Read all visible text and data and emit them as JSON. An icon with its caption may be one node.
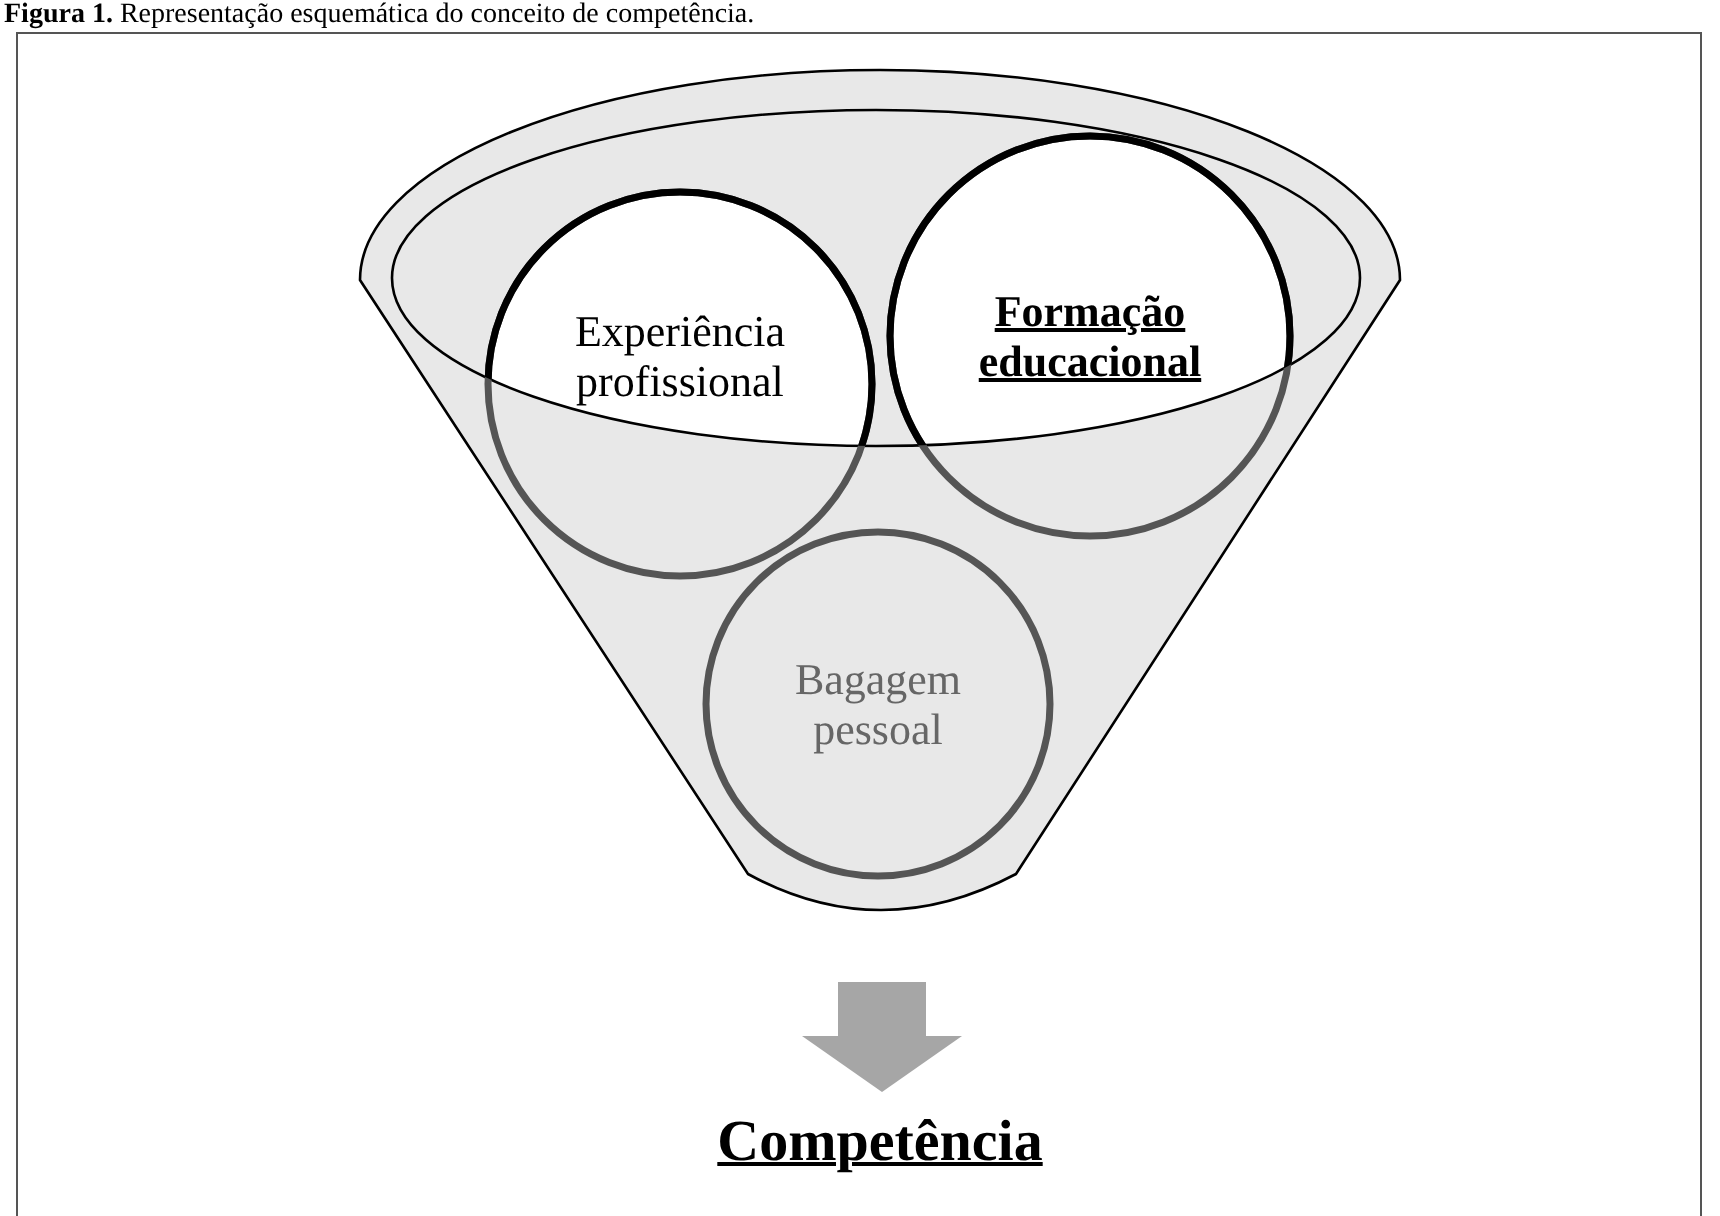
{
  "diagram": {
    "title": "**Figura 1.** Representação esquemática do conceito de competência.",
    "nodes": [
      {
        "text": [],
        "shape": "funnel"
      },
      {
        "text": [
          "Experiência profissional"
        ],
        "in": 0
      },
      {
        "text": [
          "Formação educacional"
        ],
        "in": 0
      },
      {
        "text": [
          "Bagagem pessoal"
        ],
        "in": 0
      },
      {
        "text": [
          "Competência"
        ]
      }
    ],
    "edges": [
      {
        "from": 0,
        "to": 4,
        "arrow": "to"
      }
    ]
  }
}
